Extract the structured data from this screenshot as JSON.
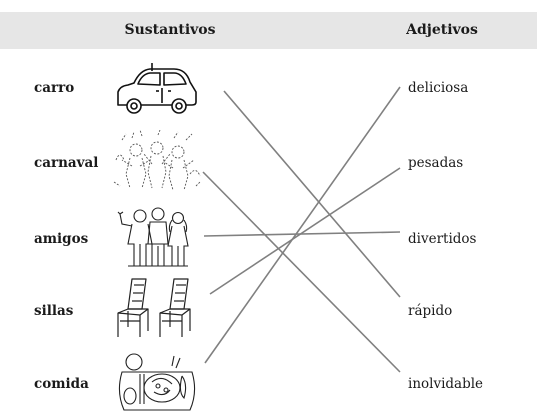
{
  "header": {
    "left": "Sustantivos",
    "right": "Adjetivos"
  },
  "nouns": [
    "carro",
    "carnaval",
    "amigos",
    "sillas",
    "comida"
  ],
  "adjectives": [
    "deliciosa",
    "pesadas",
    "divertidos",
    "rápido",
    "inolvidable"
  ],
  "pictures": [
    "car-drawing",
    "carnival-drawing",
    "friends-drawing",
    "chairs-drawing",
    "food-tray-drawing"
  ],
  "matches": [
    {
      "noun": "carro",
      "adjective": "rápido"
    },
    {
      "noun": "carnaval",
      "adjective": "inolvidable"
    },
    {
      "noun": "amigos",
      "adjective": "divertidos"
    },
    {
      "noun": "sillas",
      "adjective": "pesadas"
    },
    {
      "noun": "comida",
      "adjective": "deliciosa"
    }
  ],
  "line_color": "#808080"
}
